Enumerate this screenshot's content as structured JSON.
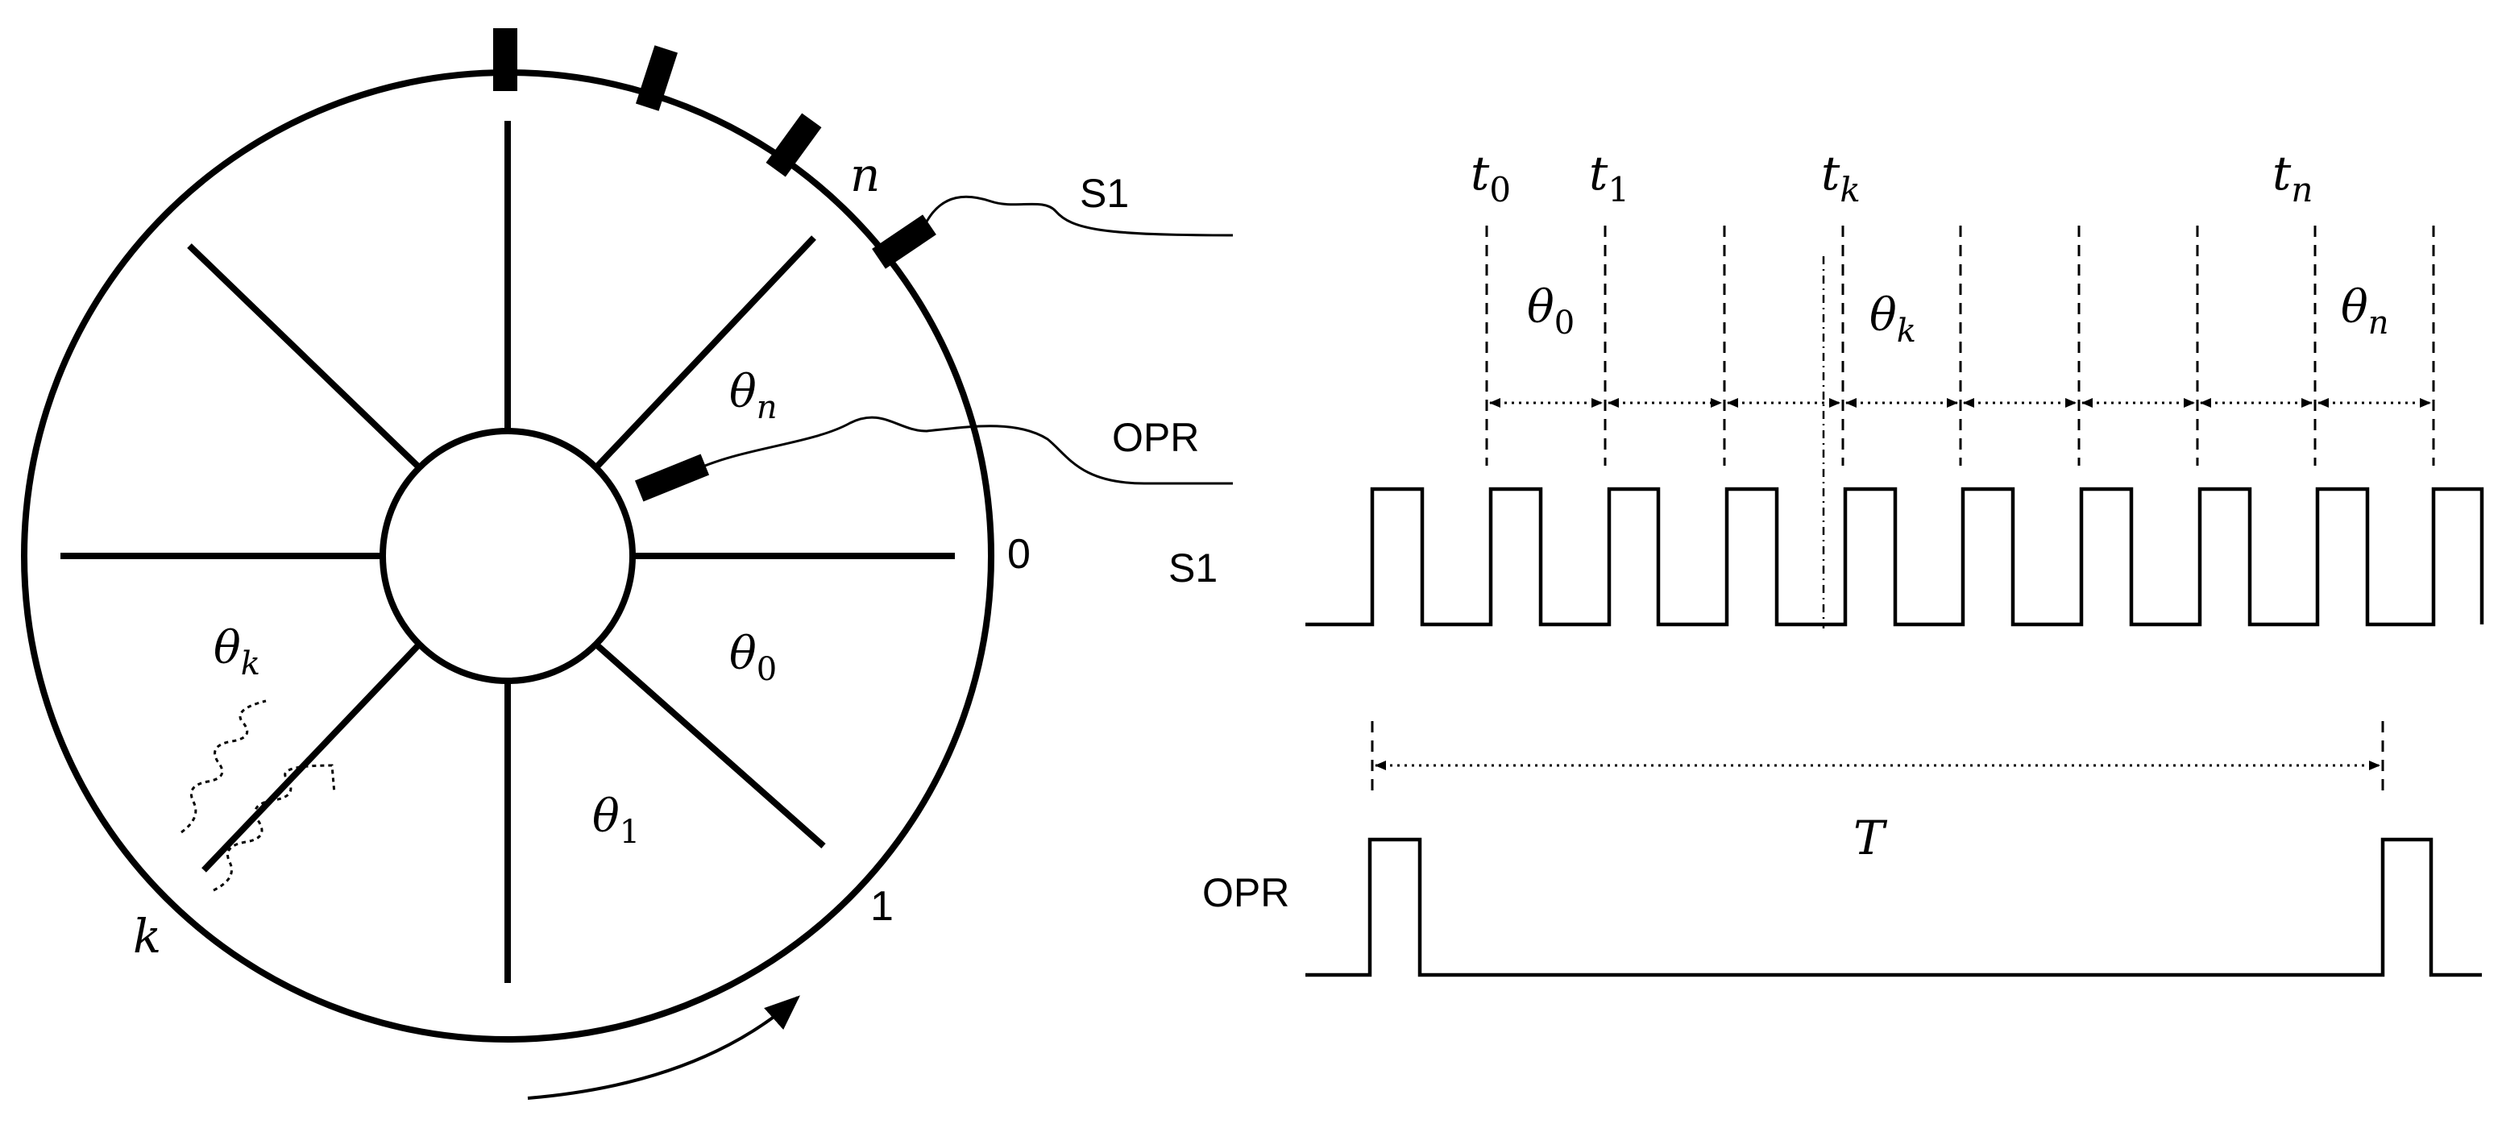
{
  "wheel": {
    "labels": {
      "n": "n",
      "k": "k",
      "zero": "0",
      "one": "1"
    },
    "sectors": [
      {
        "base": "θ",
        "sub": "n"
      },
      {
        "base": "θ",
        "sub": "k"
      },
      {
        "base": "θ",
        "sub": "0"
      },
      {
        "base": "θ",
        "sub": "1"
      }
    ]
  },
  "sensors": {
    "s1": "S1",
    "opr": "OPR"
  },
  "signals": {
    "s1_label": "S1",
    "opr_label": "OPR",
    "period_label": "T"
  },
  "timeline": {
    "times": [
      {
        "base": "t",
        "sub": "0"
      },
      {
        "base": "t",
        "sub": "1"
      },
      {
        "base": "t",
        "sub": "k"
      },
      {
        "base": "t",
        "sub": "n"
      }
    ],
    "intervals": [
      {
        "base": "θ",
        "sub": "0"
      },
      {
        "base": "θ",
        "sub": "k"
      },
      {
        "base": "θ",
        "sub": "n"
      }
    ]
  }
}
